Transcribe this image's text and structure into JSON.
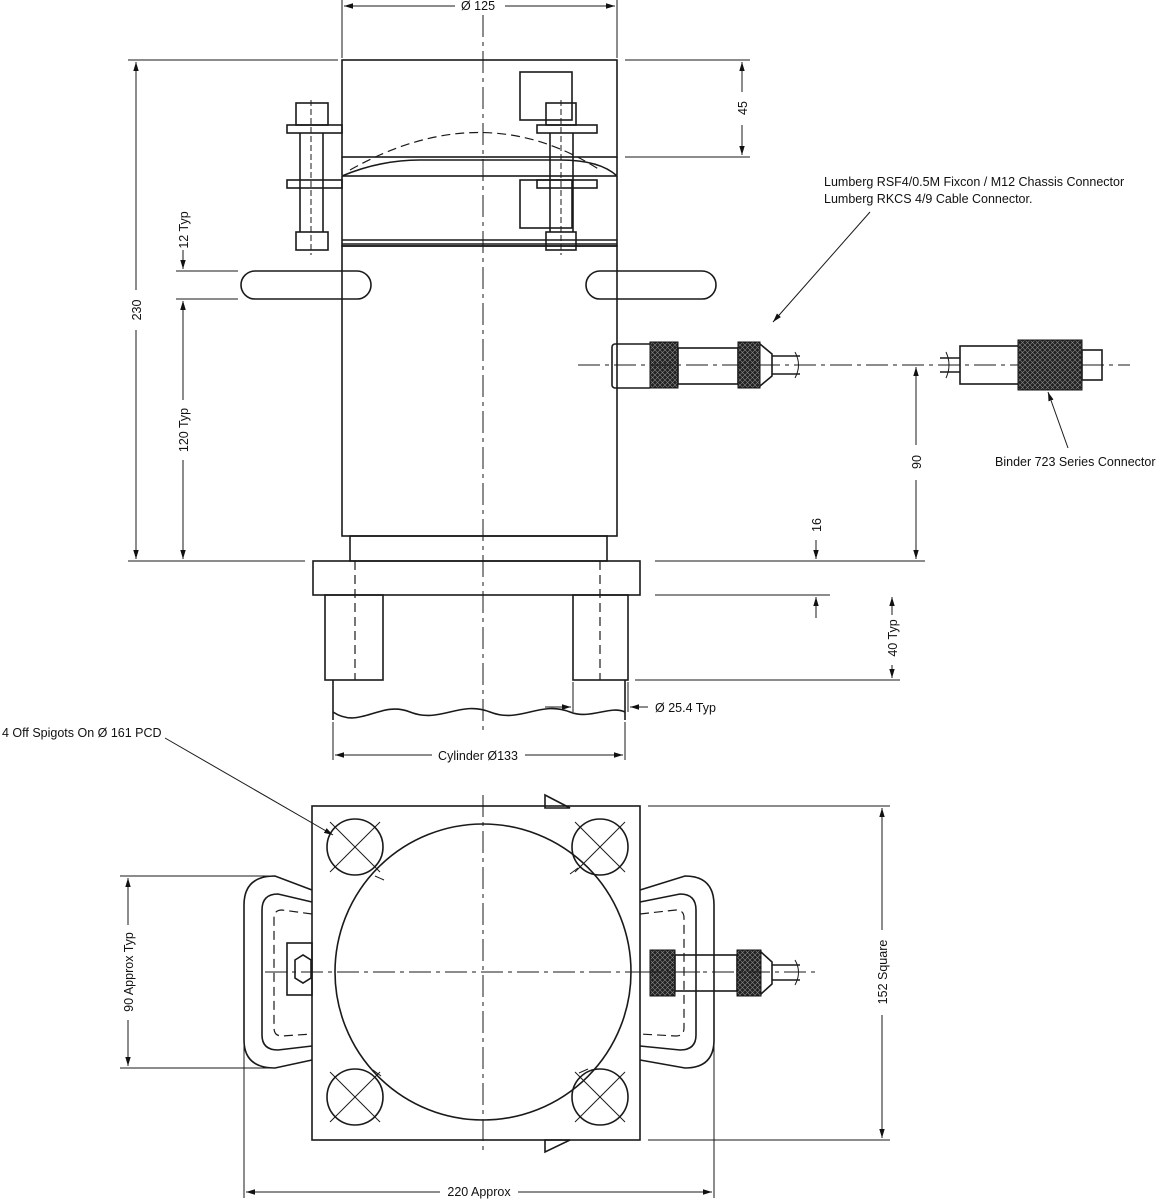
{
  "dimensions": {
    "top_diameter": "Ø 125",
    "cap_height": "45",
    "overall_height": "230",
    "handle_offset": "12 Typ",
    "handle_height": "120 Typ",
    "connector_height": "90",
    "base_thickness": "16",
    "spigot_length": "40 Typ",
    "spigot_diameter": "Ø 25.4 Typ",
    "cylinder_diameter": "Cylinder Ø133",
    "plan_handle_width": "90 Approx Typ",
    "plan_square": "152 Square",
    "plan_overall": "220 Approx"
  },
  "callouts": {
    "lumberg_line1": "Lumberg RSF4/0.5M Fixcon / M12 Chassis Connector",
    "lumberg_line2": "Lumberg RKCS 4/9 Cable Connector.",
    "binder": "Binder 723 Series Connector",
    "spigots": "4 Off Spigots On Ø 161 PCD"
  }
}
